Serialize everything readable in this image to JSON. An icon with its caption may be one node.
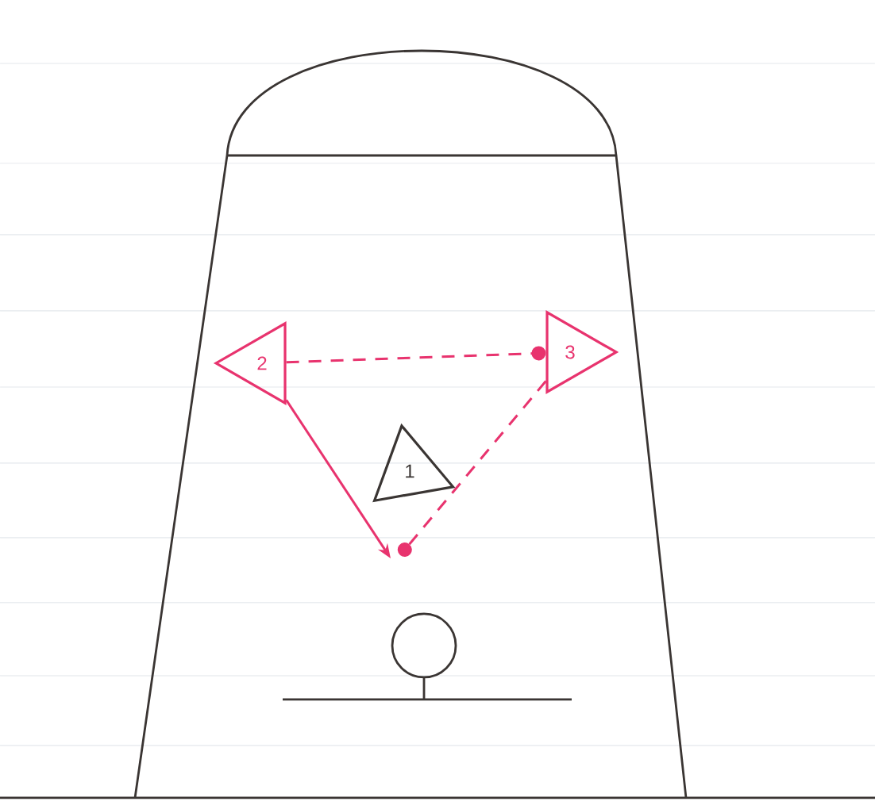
{
  "diagram": {
    "nodes": [
      {
        "text": [
          "2"
        ]
      },
      {
        "text": [
          "3"
        ]
      },
      {
        "text": [
          "1"
        ]
      }
    ],
    "edges": [
      {
        "from": 0,
        "to": 1,
        "arrow": "other",
        "style": "dashed"
      },
      {
        "from": 0,
        "to": null,
        "arrow": "to"
      },
      {
        "from": 1,
        "to": null,
        "arrow": "other",
        "style": "dashed"
      }
    ]
  }
}
